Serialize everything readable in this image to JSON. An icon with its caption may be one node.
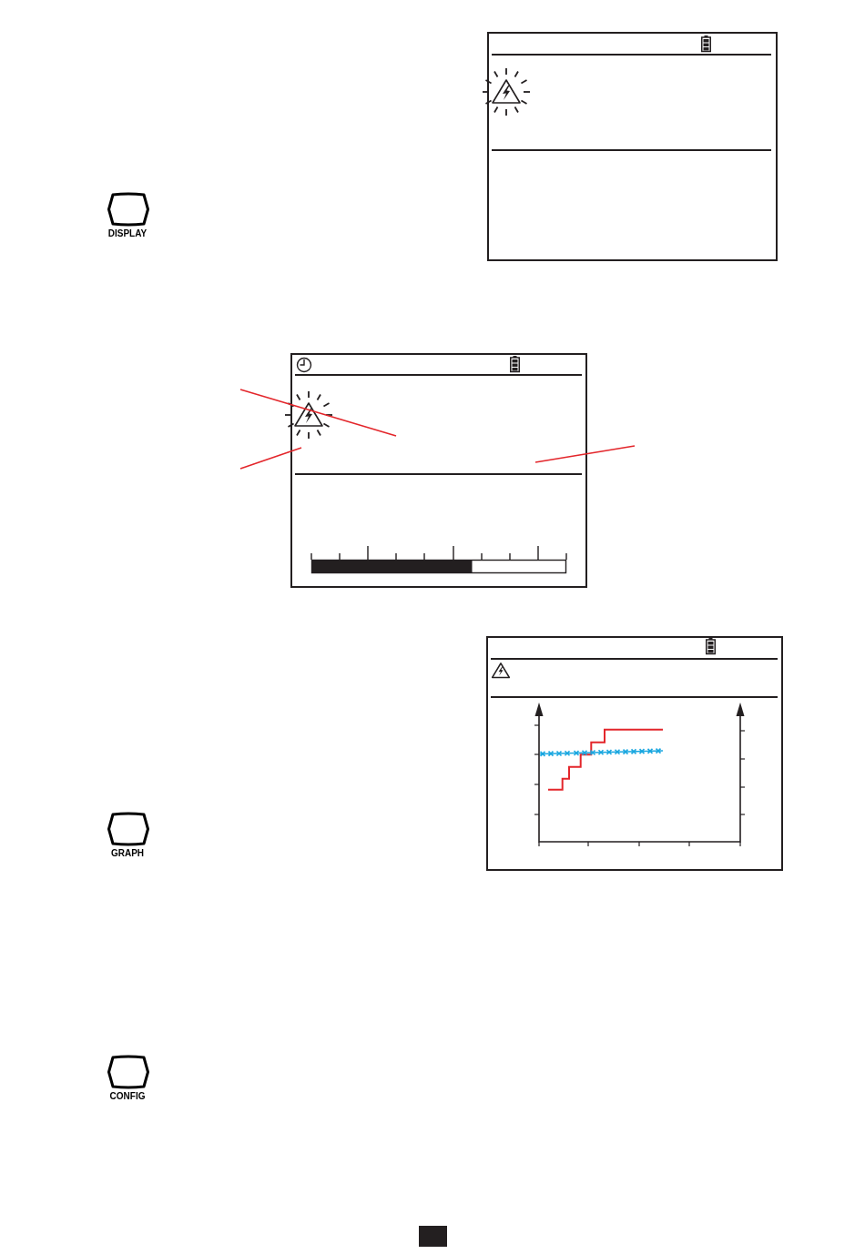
{
  "diagram": {
    "nodes": [
      {
        "text": [
          "DISPLAY"
        ]
      },
      {
        "text": [
          "GRAPH"
        ]
      },
      {
        "text": [
          "CONFIG"
        ]
      }
    ]
  }
}
